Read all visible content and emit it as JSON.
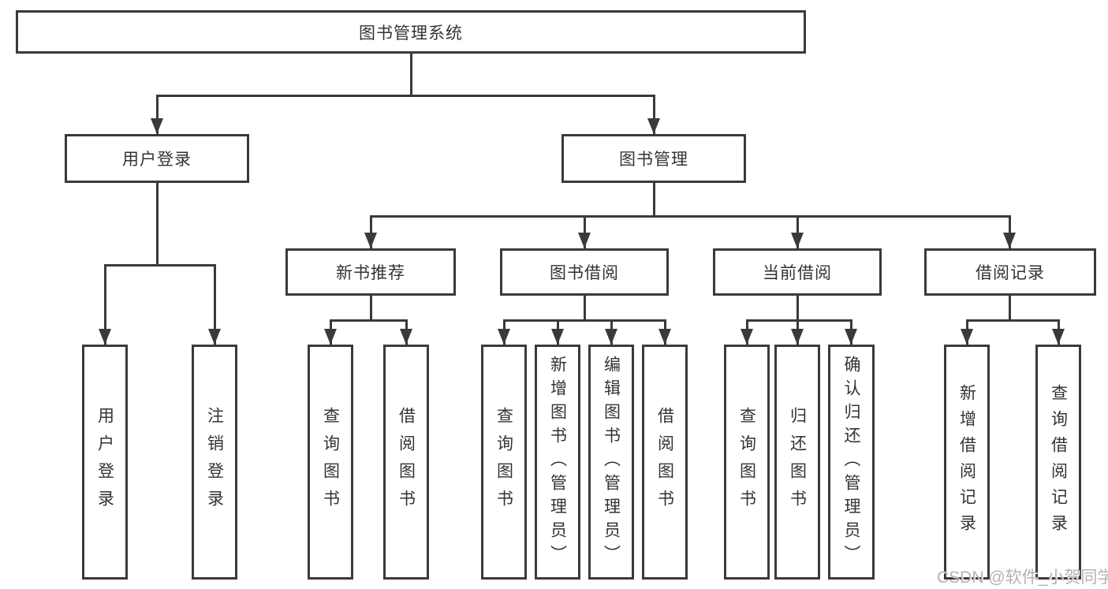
{
  "tree": {
    "label": "图书管理系统",
    "children": [
      {
        "label": "用户登录",
        "children": [
          {
            "label": "用户登录"
          },
          {
            "label": "注销登录"
          }
        ]
      },
      {
        "label": "图书管理",
        "children": [
          {
            "label": "新书推荐",
            "children": [
              {
                "label": "查询图书"
              },
              {
                "label": "借阅图书"
              }
            ]
          },
          {
            "label": "图书借阅",
            "children": [
              {
                "label": "查询图书"
              },
              {
                "label": "新增图书（管理员）"
              },
              {
                "label": "编辑图书（管理员）"
              },
              {
                "label": "借阅图书"
              }
            ]
          },
          {
            "label": "当前借阅",
            "children": [
              {
                "label": "查询图书"
              },
              {
                "label": "归还图书"
              },
              {
                "label": "确认归还（管理员）"
              }
            ]
          },
          {
            "label": "借阅记录",
            "children": [
              {
                "label": "新增借阅记录"
              },
              {
                "label": "查询借阅记录"
              }
            ]
          }
        ]
      }
    ]
  },
  "watermark": {
    "text": "CSDN @软件_小贺同学"
  },
  "colors": {
    "line": "#3a3a3a",
    "text": "#333333",
    "box_bg": "#ffffff",
    "watermark": "#b3b3b3",
    "background": "#ffffff"
  }
}
